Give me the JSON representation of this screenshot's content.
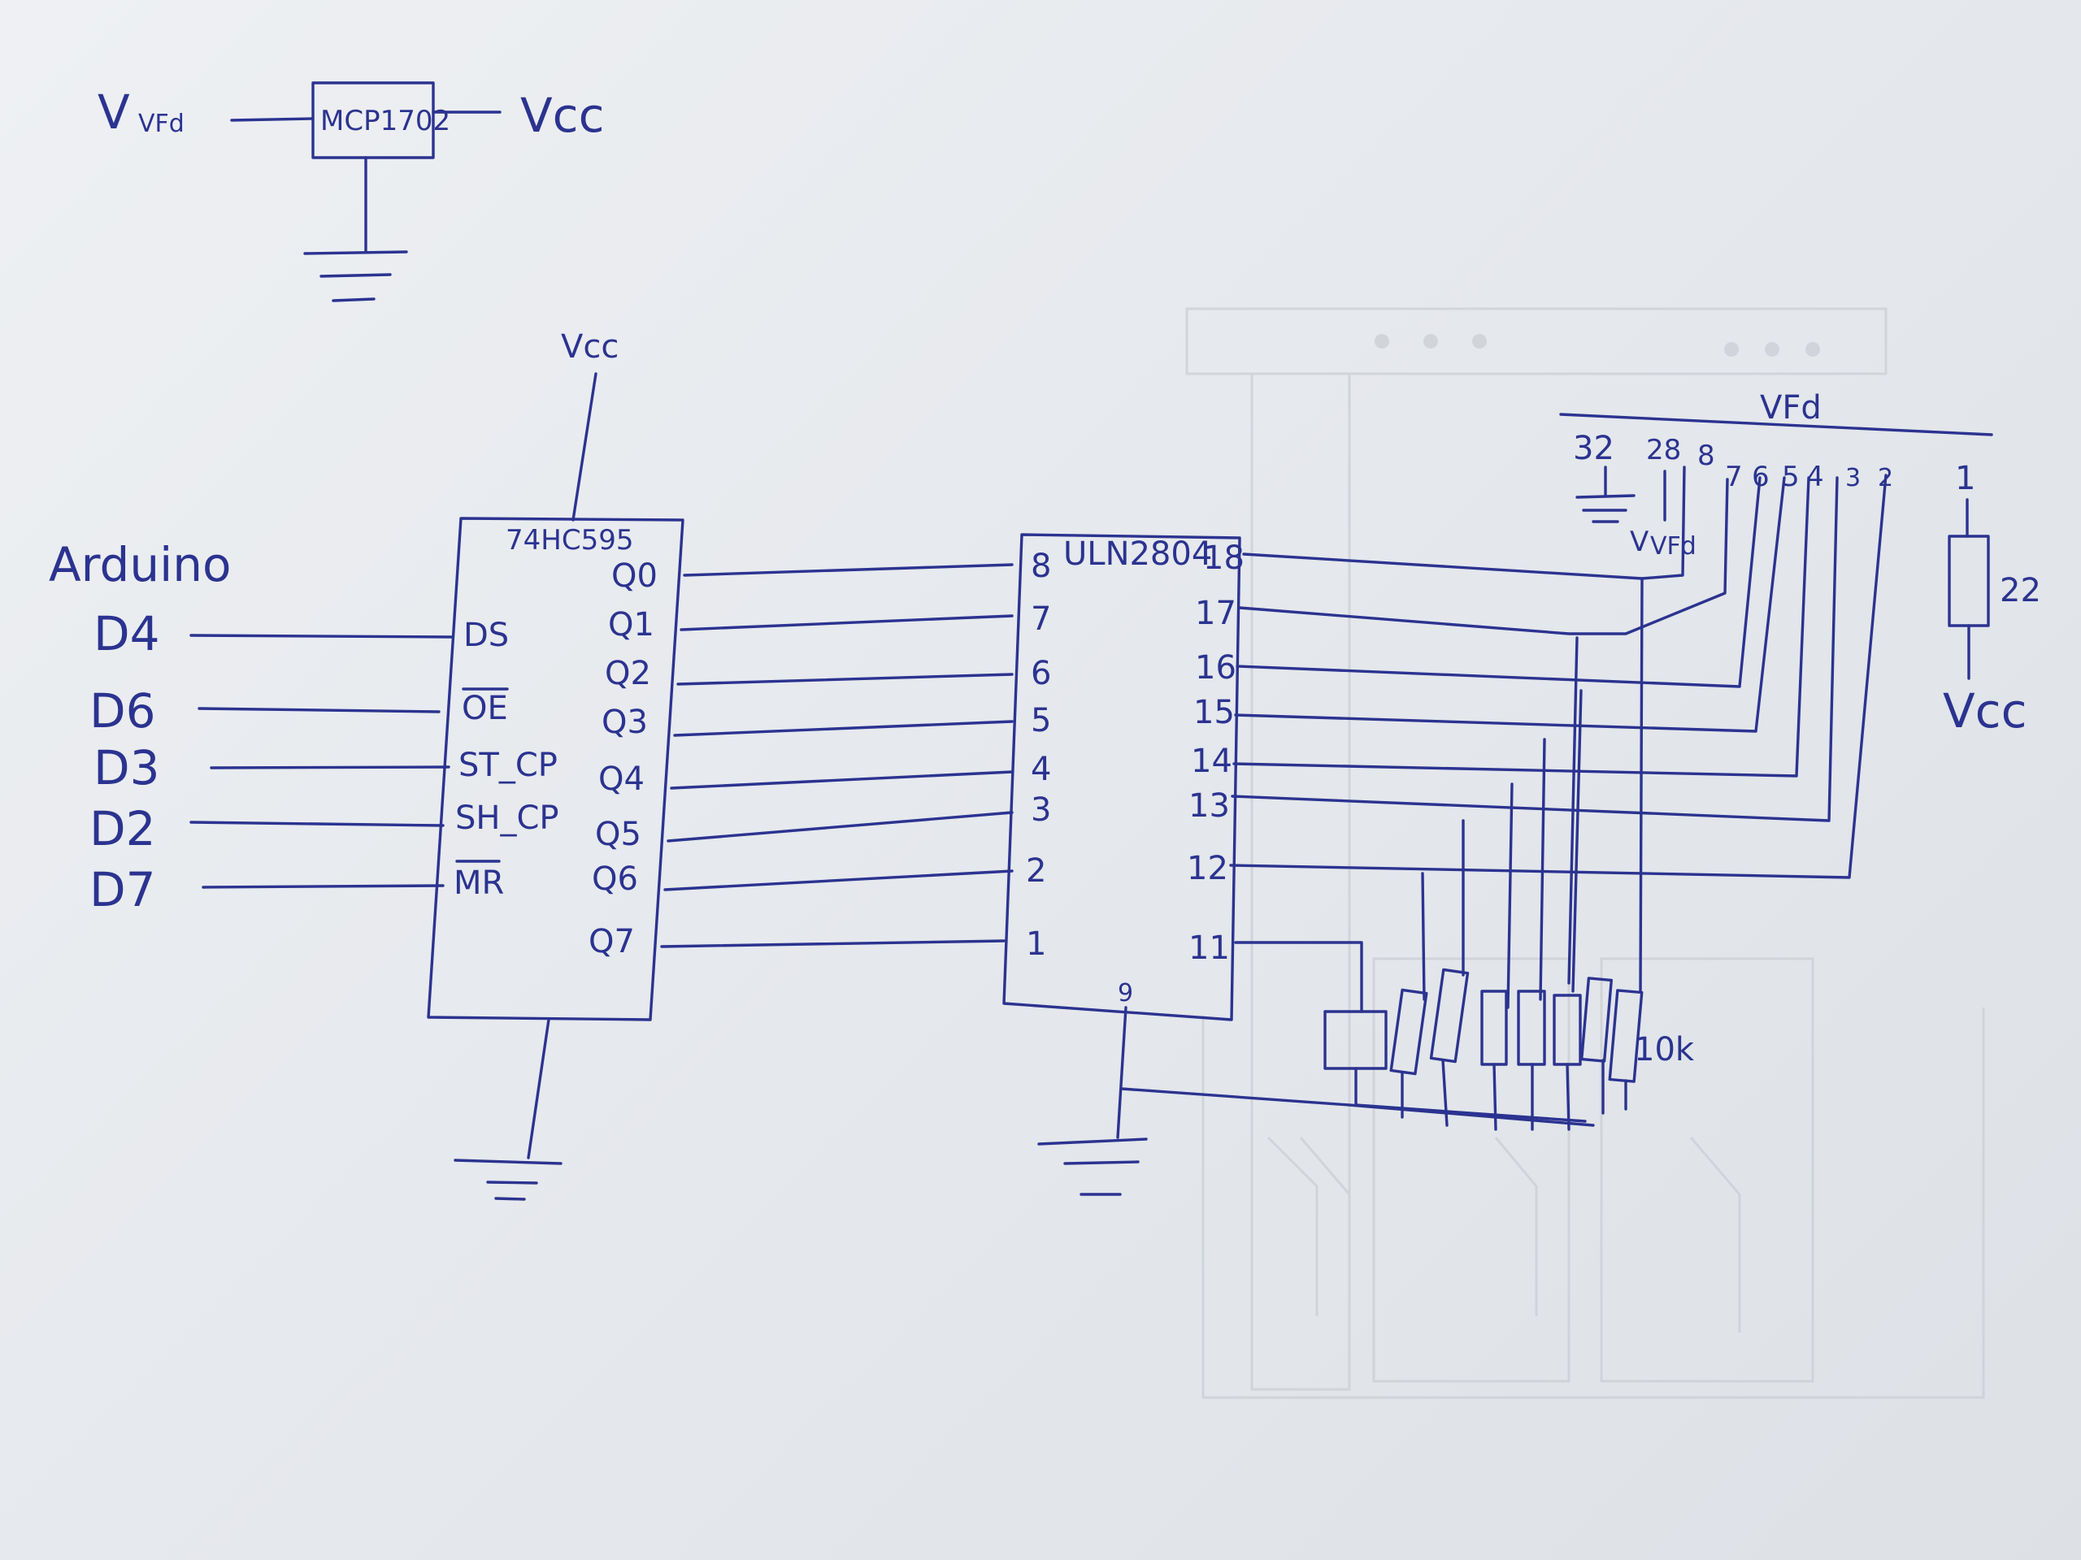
{
  "regulator": {
    "chip": "MCP1702",
    "input_label": "V",
    "input_sub": "VFd",
    "output_label": "Vcc"
  },
  "shift_register": {
    "chip": "74HC595",
    "vcc_label": "Vcc",
    "inputs": [
      "DS",
      "OE",
      "ST_CP",
      "SH_CP",
      "MR"
    ],
    "outputs": [
      "Q0",
      "Q1",
      "Q2",
      "Q3",
      "Q4",
      "Q5",
      "Q6",
      "Q7"
    ]
  },
  "arduino": {
    "title": "Arduino",
    "pins": [
      "D4",
      "D6",
      "D3",
      "D2",
      "D7"
    ]
  },
  "driver": {
    "chip": "ULN2804",
    "in_pins": [
      "8",
      "7",
      "6",
      "5",
      "4",
      "3",
      "2",
      "1"
    ],
    "out_pins": [
      "18",
      "17",
      "16",
      "15",
      "14",
      "13",
      "12",
      "11"
    ],
    "gnd_pin": "9"
  },
  "vfd": {
    "title": "VFd",
    "pins": [
      "32",
      "28",
      "8",
      "7",
      "6",
      "5",
      "4",
      "3",
      "2",
      "1"
    ],
    "vfd_label": "V",
    "vfd_sub": "VFd"
  },
  "resistors": {
    "pullup_value": "10k",
    "series_value": "22",
    "series_supply": "Vcc"
  }
}
